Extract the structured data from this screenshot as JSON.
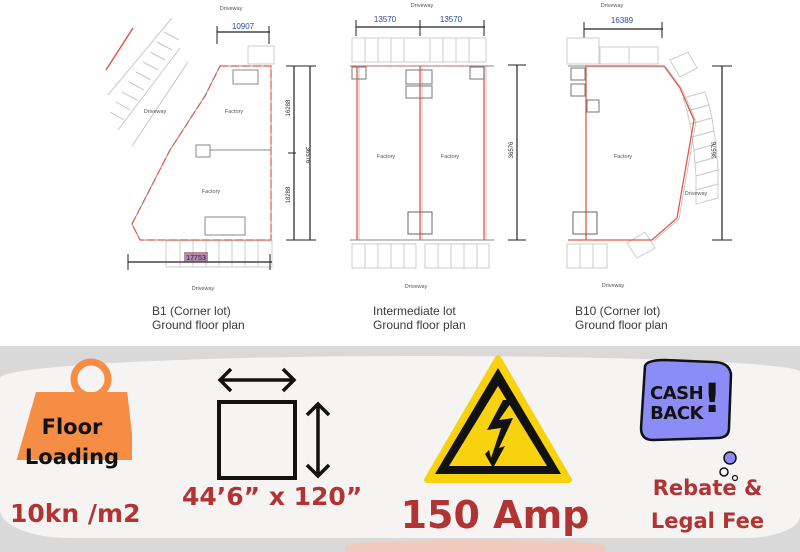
{
  "floor_plans": [
    {
      "id": "b1",
      "caption_line1": "B1 (Corner lot)",
      "caption_line2": "Ground floor plan",
      "labels": {
        "driveway_top": "Driveway",
        "driveway_left": "Driveway",
        "driveway_bottom": "Driveway",
        "factory_1": "Factory",
        "factory_2": "Factory"
      },
      "dimensions": {
        "top_width": "10907",
        "bottom_width": "17753",
        "upper_height": "16288",
        "lower_height": "18288",
        "total_height": "36576"
      }
    },
    {
      "id": "intermediate",
      "caption_line1": "Intermediate lot",
      "caption_line2": "Ground floor plan",
      "labels": {
        "driveway_top": "Driveway",
        "driveway_bottom": "Driveway",
        "factory_1": "Factory",
        "factory_2": "Factory"
      },
      "dimensions": {
        "width_left": "13570",
        "width_right": "13570",
        "total_height": "36576"
      }
    },
    {
      "id": "b10",
      "caption_line1": "B10 (Corner lot)",
      "caption_line2": "Ground floor plan",
      "labels": {
        "driveway_top": "Driveway",
        "driveway_right": "Driveway",
        "driveway_bottom": "Driveway",
        "factory_1": "Factory"
      },
      "dimensions": {
        "top_width": "16389",
        "total_height": "36576"
      }
    }
  ],
  "features": [
    {
      "icon": "weight-icon",
      "icon_text_line1": "Floor",
      "icon_text_line2": "Loading",
      "value": "10kn /m2",
      "icon_color": "#f68d45"
    },
    {
      "icon": "dimensions-icon",
      "value": "44’6” x 120”"
    },
    {
      "icon": "high-voltage-warning-icon",
      "value": "150 Amp",
      "icon_color": "#f9d20f"
    },
    {
      "icon": "cashback-bubble-icon",
      "icon_text_line1": "CASH",
      "icon_text_line2": "BACK",
      "icon_text_mark": "!",
      "value_line1": "Rebate &",
      "value_line2": "Legal Fee",
      "icon_color": "#8b8cf5"
    }
  ],
  "colors": {
    "accent_red": "#b03434",
    "wall_red": "#e0553e",
    "bar_bg": "#d9d9d9",
    "panel_bg": "#f6f3f3"
  }
}
